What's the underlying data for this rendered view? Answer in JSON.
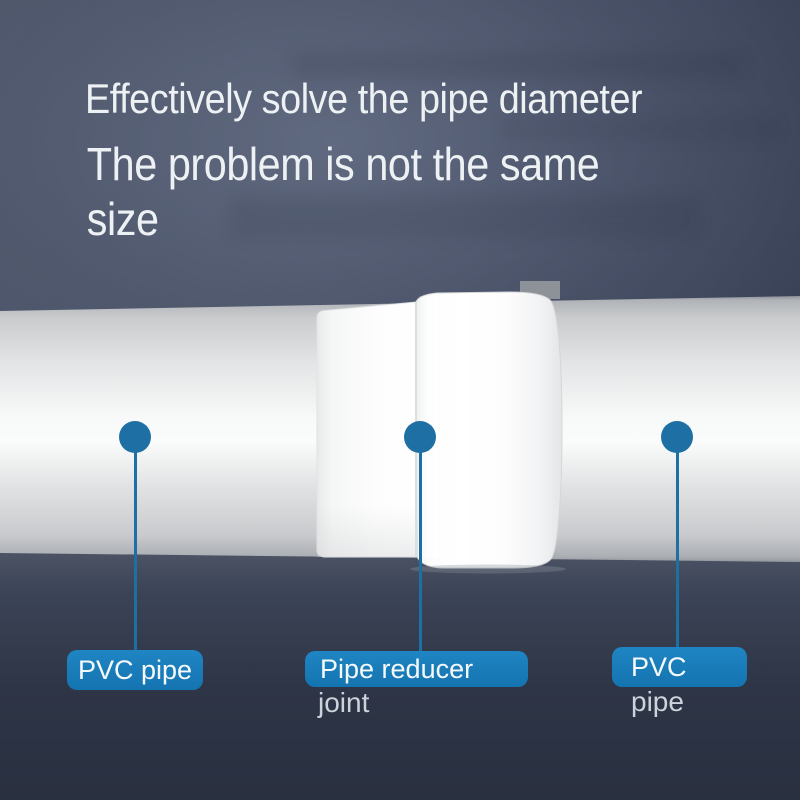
{
  "headline": {
    "line1": "Effectively solve the pipe diameter",
    "line2": "The problem is not the same",
    "line3": "size"
  },
  "callouts": [
    {
      "name": "pvc-pipe-left",
      "line1": "PVC pipe",
      "line2": ""
    },
    {
      "name": "pipe-reducer",
      "line1": "Pipe reducer",
      "line2": "joint"
    },
    {
      "name": "pvc-pipe-right",
      "line1": "PVC",
      "line2": "pipe"
    }
  ],
  "colors": {
    "callout_accent": "#1d6fa4",
    "label_background": "#1878b4",
    "banner_top": "#4a5267",
    "banner_bottom": "#2e3546",
    "pipe_highlight": "#f8f9f9",
    "pipe_shadow": "#c9cbcd"
  }
}
